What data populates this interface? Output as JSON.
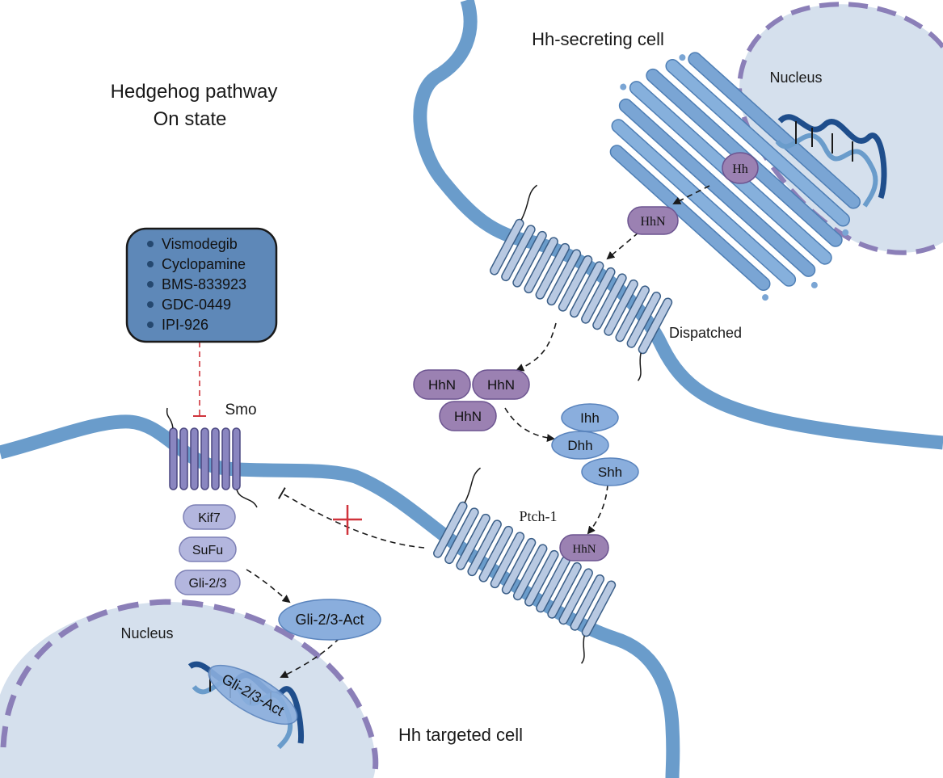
{
  "title": {
    "line1": "Hedgehog pathway",
    "line2": "On state"
  },
  "cells": {
    "secreting": "Hh-secreting cell",
    "targeted": "Hh targeted cell"
  },
  "nucleus": {
    "top_label": "Nucleus",
    "bottom_label": "Nucleus"
  },
  "inhibitors": [
    "Vismodegib",
    "Cyclopamine",
    "BMS-833923",
    "GDC-0449",
    "IPI-926"
  ],
  "receptors": {
    "smo": "Smo",
    "dispatched": "Dispatched",
    "ptch": "Ptch-1"
  },
  "ligands": {
    "hh": "Hh",
    "hhn": "HhN",
    "ihh": "Ihh",
    "dhh": "Dhh",
    "shh": "Shh"
  },
  "complex": [
    "Kif7",
    "SuFu",
    "Gli-2/3"
  ],
  "gli_act": "Gli-2/3-Act",
  "colors": {
    "membrane": "#6a9ccb",
    "nucleus_fill": "#d5e0ed",
    "nucleus_border": "#8b7fb8",
    "purple": "#9b81b2",
    "blue_pill": "#8aaedd",
    "lavender": "#b3b6de",
    "inhibitor_box": "#5e88b8",
    "er": "#7aa5d4",
    "dna": "#1f4e8c",
    "inhibit_red": "#d0343c"
  }
}
